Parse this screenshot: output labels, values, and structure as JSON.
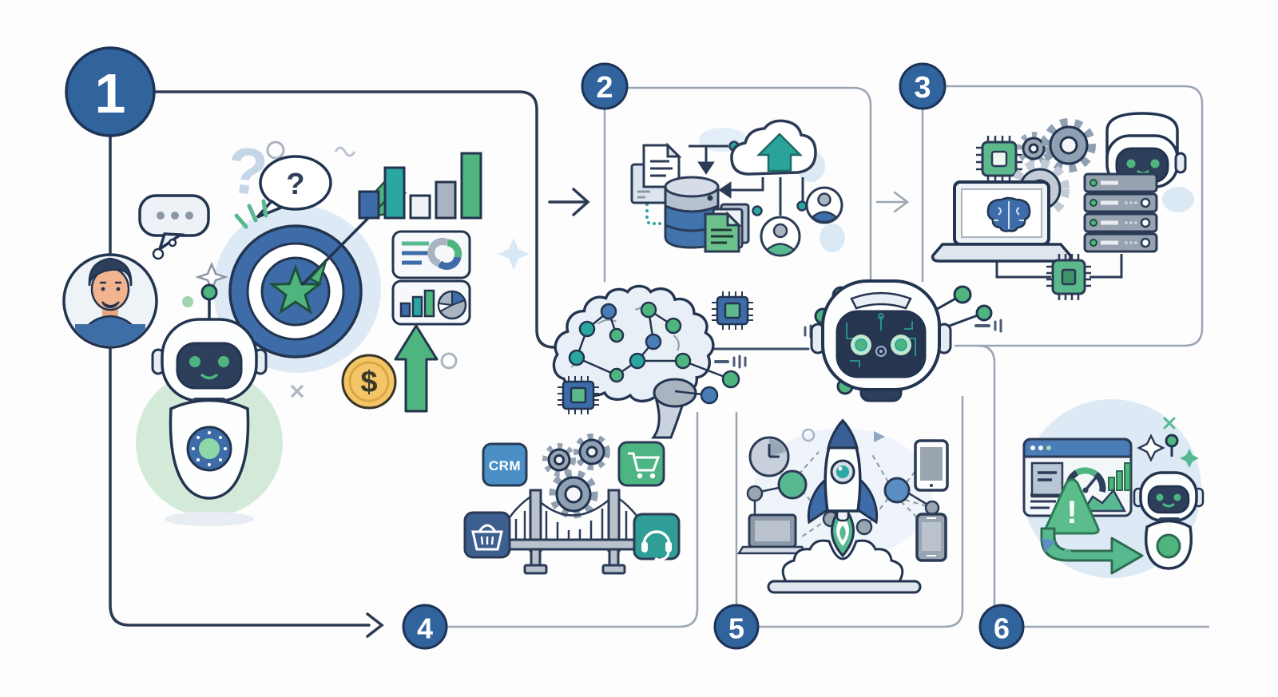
{
  "figure": {
    "description": "Six-step AI chatbot implementation process infographic",
    "background_color": "#fdfdfe"
  },
  "steps": [
    {
      "number": "1",
      "icons": [
        "user-avatar",
        "question-mark",
        "chat-bubble",
        "target-with-star",
        "bar-chart",
        "report-cards",
        "dollar-coin",
        "growth-arrow",
        "chatbot-robot"
      ]
    },
    {
      "number": "2",
      "icons": [
        "documents",
        "database",
        "green-files",
        "cloud-upload",
        "user-nodes"
      ]
    },
    {
      "number": "3",
      "icons": [
        "chip",
        "gears",
        "laptop-ai-brain",
        "server-rack",
        "robot-head"
      ]
    },
    {
      "number": "4",
      "icons": [
        "crm-app",
        "gears",
        "shopping-cart-app",
        "integration-bridge",
        "basket-app",
        "support-headset-app"
      ]
    },
    {
      "number": "5",
      "icons": [
        "launch-rocket",
        "network-nodes",
        "clock",
        "laptop",
        "tablet",
        "smartphone"
      ]
    },
    {
      "number": "6",
      "icons": [
        "analytics-dashboard",
        "gauge",
        "warning-triangle",
        "forward-arrow",
        "assistant-robot"
      ]
    }
  ],
  "labels": {
    "crm": "CRM",
    "dollar_sign": "$",
    "question_mark_large": "?",
    "question_mark_bubble": "?",
    "exclamation_mark": "!"
  },
  "colors": {
    "badge_blue": "#31639c",
    "badge_border": "#1d3357",
    "navy_outline": "#22344f",
    "green": "#4fb57f",
    "teal": "#2aa7a0",
    "blue": "#3e6ca8",
    "gray": "#98a4b2",
    "gold_coin": "#f3c566",
    "light_blue_bg": "#ddeaf6",
    "light_green_bg": "#d4ead9",
    "connector_dark": "#2b3a52",
    "connector_gray": "#9aa5b2"
  }
}
